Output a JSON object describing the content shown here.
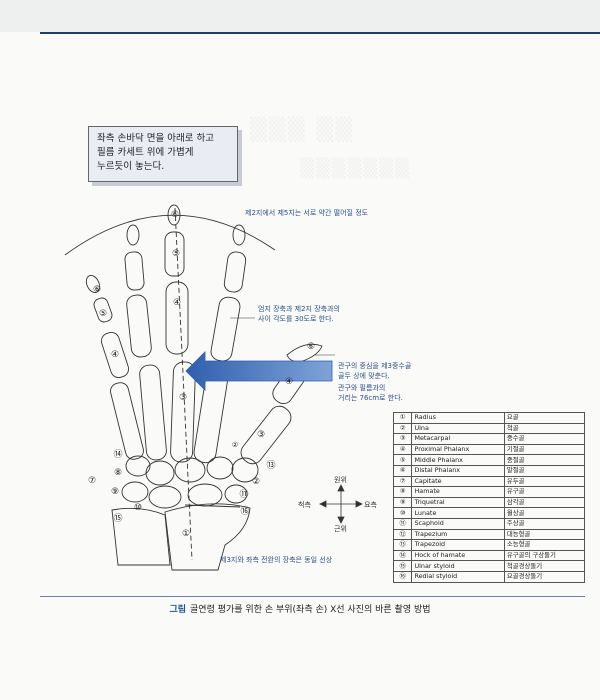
{
  "callout": {
    "lines": [
      "좌측 손바닥 면을 아래로 하고",
      "필름 카세트 위에 가볍게",
      "누르듯이 놓는다."
    ]
  },
  "annotations": {
    "finger_gap": "제2지에서 제5지는 서로 약간 떨어질 정도",
    "thumb_angle_1": "엄지 장축과 제2지 장축과의",
    "thumb_angle_2": "사이 각도를 30도로 한다.",
    "center_1": "관구의 중심을 제3중수골",
    "center_2": "골두 상에 맞춘다.",
    "distance_1": "관구와 필름과의",
    "distance_2": "거리는 76cm로 한다.",
    "forearm_axis": "제3지와 좌측 전완의 장축은 동일 선상"
  },
  "compass": {
    "up": "원위",
    "down": "근위",
    "left": "척측",
    "right": "요측"
  },
  "bone_labels": {
    "radius": "①",
    "ulna": "②",
    "metacarpal": "③",
    "proximal": "④",
    "middle": "⑤",
    "distal": "⑥",
    "capitate": "⑦",
    "hamate": "⑧",
    "triquetral": "⑨",
    "lunate": "⑩",
    "scaphoid": "⑪",
    "trapezium": "⑫",
    "trapezoid": "⑬",
    "hook": "⑭",
    "ulnar_styloid": "⑮",
    "radial_styloid": "⑯"
  },
  "legend": [
    {
      "num": "①",
      "en": "Radius",
      "ko": "요골"
    },
    {
      "num": "②",
      "en": "Ulna",
      "ko": "척골"
    },
    {
      "num": "③",
      "en": "Metacarpal",
      "ko": "중수골"
    },
    {
      "num": "④",
      "en": "Proximal Phalanx",
      "ko": "기절골"
    },
    {
      "num": "⑤",
      "en": "Middle Phalanx",
      "ko": "중절골"
    },
    {
      "num": "⑥",
      "en": "Distal Phalanx",
      "ko": "말절골"
    },
    {
      "num": "⑦",
      "en": "Capitate",
      "ko": "유두골"
    },
    {
      "num": "⑧",
      "en": "Hamate",
      "ko": "유구골"
    },
    {
      "num": "⑨",
      "en": "Triquetral",
      "ko": "삼각골"
    },
    {
      "num": "⑩",
      "en": "Lunate",
      "ko": "월상골"
    },
    {
      "num": "⑪",
      "en": "Scaphoid",
      "ko": "주상골"
    },
    {
      "num": "⑫",
      "en": "Trapezium",
      "ko": "대능형골"
    },
    {
      "num": "⑬",
      "en": "Trapezoid",
      "ko": "소능형골"
    },
    {
      "num": "⑭",
      "en": "Hock of hamate",
      "ko": "유구골의 구상돌기"
    },
    {
      "num": "⑮",
      "en": "Ulnar styloid",
      "ko": "척골경상돌기"
    },
    {
      "num": "⑯",
      "en": "Redial styloid",
      "ko": "요골경상돌기"
    }
  ],
  "caption": {
    "prefix": "그림",
    "text": "골연령 평가를 위한 손 부위(좌측 손) X선 사진의 바른 촬영 방법"
  },
  "colors": {
    "accent": "#1f3f66",
    "arrow": "#3d6fb8",
    "annotation_text": "#2a4f88",
    "callout_bg": "#e9ecf2"
  }
}
